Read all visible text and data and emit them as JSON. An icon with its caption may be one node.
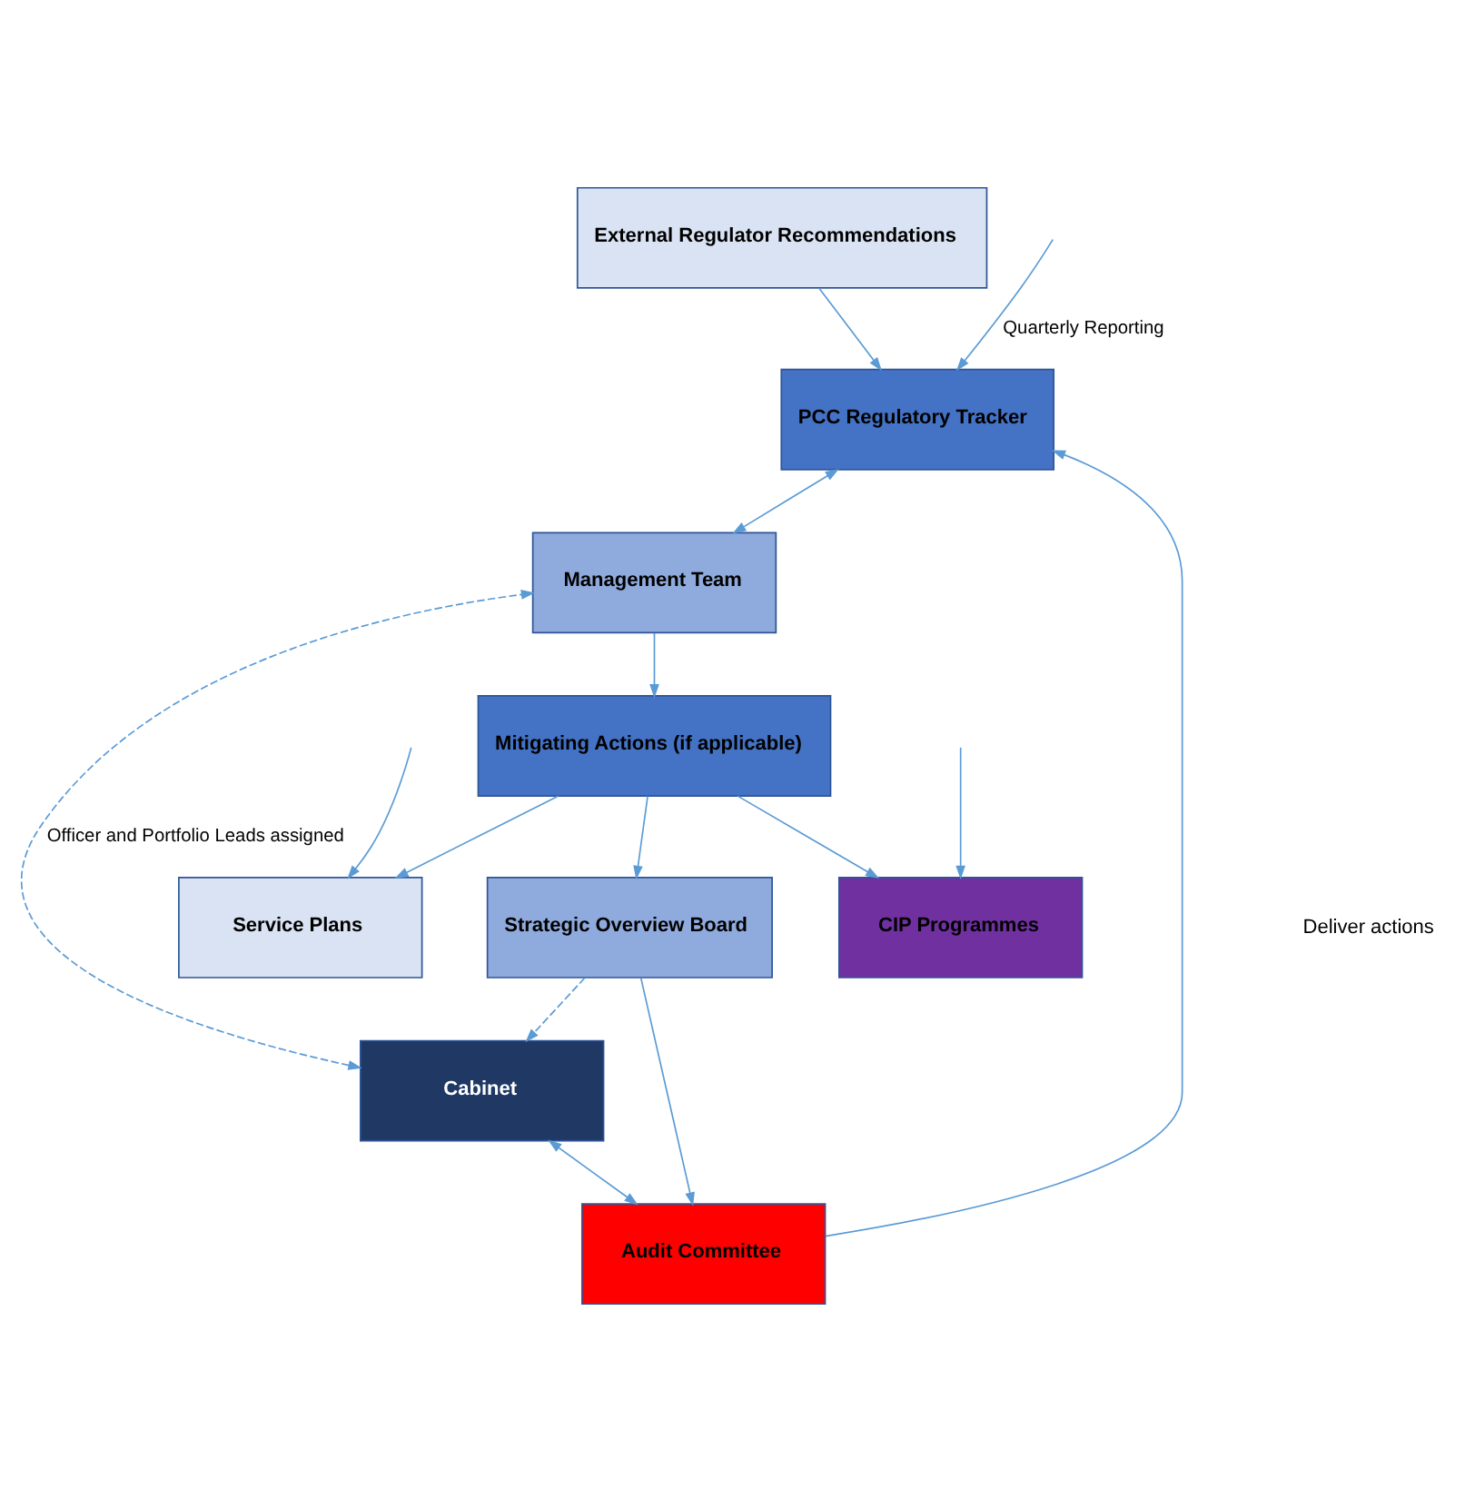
{
  "diagram": {
    "nodes": [
      {
        "text": [
          "External Regulator Recommendations"
        ]
      },
      {
        "text": [
          "PCC Regulatory Tracker"
        ]
      },
      {
        "text": [
          "Management Team"
        ]
      },
      {
        "text": [
          "CIP Programmes"
        ]
      },
      {
        "text": [
          "Mitigating Actions (if applicable)"
        ]
      },
      {
        "text": [
          "Cabinet"
        ]
      },
      {
        "text": [
          "Service Plans"
        ]
      },
      {
        "text": [
          "Strategic Overview Board"
        ]
      },
      {
        "text": [
          "Audit Committee"
        ]
      }
    ],
    "edges": [
      {
        "from": 0,
        "to": 1,
        "arrow": "to"
      },
      {
        "from": null,
        "to": 1,
        "arrow": "to",
        "label": "Quarterly Reporting"
      },
      {
        "from": 8,
        "to": 1,
        "arrow": "to"
      },
      {
        "from": 1,
        "to": 2,
        "arrow": "both"
      },
      {
        "from": 5,
        "to": 2,
        "arrow": "both",
        "style": "dashed",
        "label": "Officer and Portfolio Leads assigned"
      },
      {
        "from": 2,
        "to": 4,
        "arrow": "to"
      },
      {
        "from": 4,
        "to": 3,
        "arrow": "to"
      },
      {
        "from": 4,
        "to": 6,
        "arrow": "to"
      },
      {
        "from": null,
        "to": 3,
        "arrow": "to"
      },
      {
        "from": null,
        "to": 6,
        "arrow": "to"
      },
      {
        "from": 4,
        "to": 7,
        "arrow": "to"
      },
      {
        "from": 7,
        "to": 5,
        "arrow": "to",
        "style": "dashed"
      },
      {
        "from": 7,
        "to": 8,
        "arrow": "to"
      },
      {
        "from": 5,
        "to": 8,
        "arrow": "both"
      }
    ],
    "labels": [
      "Deliver actions"
    ]
  }
}
